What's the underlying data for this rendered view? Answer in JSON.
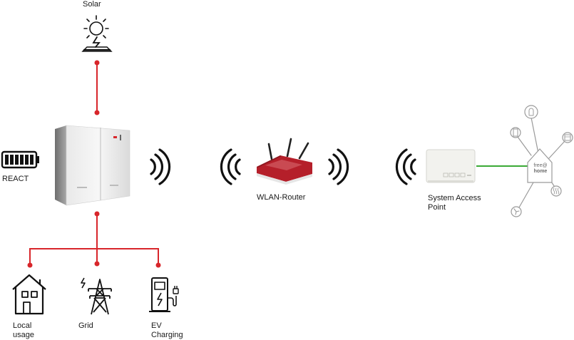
{
  "labels": {
    "solar": "Solar",
    "react": "REACT",
    "router": "WLAN-Router",
    "sap": "System Access Point",
    "local_usage": "Local usage",
    "grid": "Grid",
    "ev_charging": "EV Charging",
    "freeathome_top": "free@",
    "freeathome_bottom": "home"
  },
  "colors": {
    "red_line": "#d8262b",
    "green_line": "#3aaa35",
    "icon_stroke": "#111111",
    "light_icon": "#9a9a9a"
  },
  "icons": {
    "solar": "sun-panel-icon",
    "battery": "battery-full-icon",
    "inverter": "inverter-device",
    "router": "wlan-router-device",
    "sap": "system-access-point-device",
    "home": "house-icon",
    "grid": "power-pylon-icon",
    "ev": "ev-charger-icon",
    "smart_home": "free-at-home-hub-icon"
  }
}
